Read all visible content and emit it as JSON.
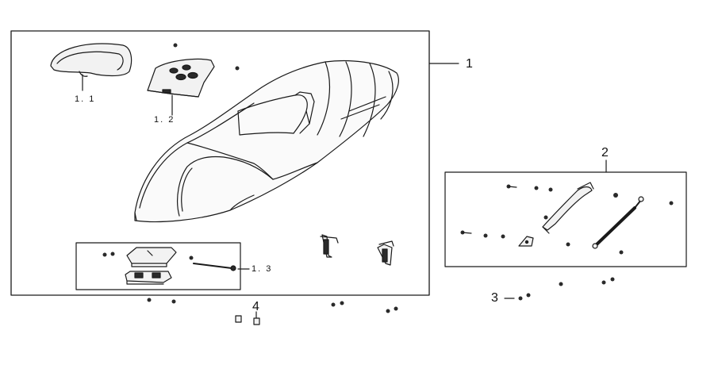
{
  "callouts": {
    "c1": "1",
    "c1_1": "1. 1",
    "c1_2": "1. 2",
    "c1_3": "1. 3",
    "c2": "2",
    "c3": "3",
    "c4": "4"
  },
  "colors": {
    "line": "#1a1a1a",
    "fill_light": "#f2f2f2",
    "fill_dark": "#2a2a2a",
    "background": "#ffffff"
  }
}
